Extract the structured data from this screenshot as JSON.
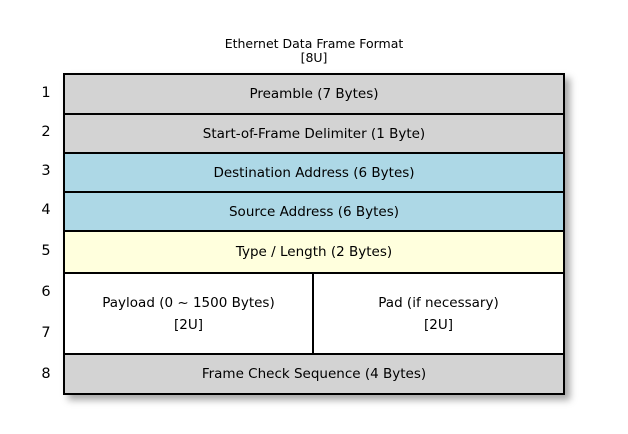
{
  "title": {
    "line1": "Ethernet Data Frame Format",
    "line2": "[8U]"
  },
  "row_numbers": [
    "1",
    "2",
    "3",
    "4",
    "5",
    "6",
    "7",
    "8"
  ],
  "rows": [
    {
      "label": "Preamble (7 Bytes)"
    },
    {
      "label": "Start-of-Frame Delimiter (1 Byte)"
    },
    {
      "label": "Destination Address (6 Bytes)"
    },
    {
      "label": "Source Address (6 Bytes)"
    },
    {
      "label": "Type / Length (2 Bytes)"
    },
    {
      "split": {
        "left": {
          "line1": "Payload (0 ~ 1500 Bytes)",
          "line2": "[2U]"
        },
        "right": {
          "line1": "Pad (if necessary)",
          "line2": "[2U]"
        }
      }
    },
    {
      "label": "Frame Check Sequence (4 Bytes)"
    }
  ],
  "colors": {
    "gray": "#d3d3d3",
    "blue": "#add8e6",
    "yellow": "#ffffdd",
    "white": "#ffffff",
    "border": "#000000",
    "background": "#ffffff",
    "text": "#000000"
  }
}
